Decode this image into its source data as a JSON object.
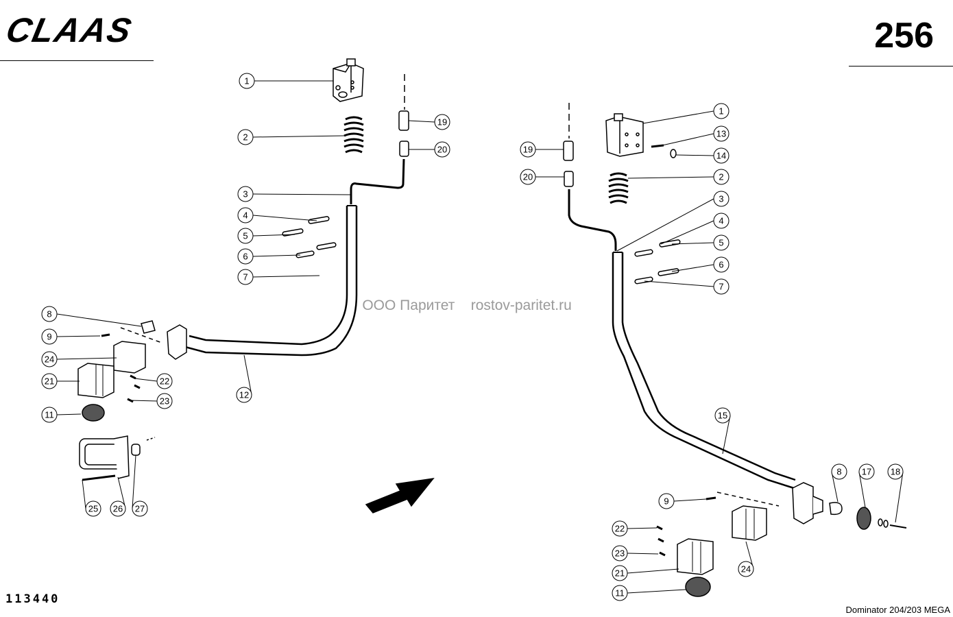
{
  "header": {
    "brand_logo": "CLAAS",
    "page_number": "256"
  },
  "footer": {
    "drawing_number": "113440",
    "model": "Dominator 204/203 MEGA"
  },
  "watermark": {
    "company": "ООО Паритет",
    "site": "rostov-paritet.ru"
  },
  "callouts": {
    "left": [
      "1",
      "2",
      "3",
      "4",
      "5",
      "6",
      "7",
      "8",
      "9",
      "24",
      "21",
      "22",
      "23",
      "11",
      "12",
      "19",
      "20",
      "25",
      "26",
      "27"
    ],
    "right": [
      "1",
      "13",
      "14",
      "19",
      "20",
      "2",
      "3",
      "4",
      "5",
      "6",
      "7",
      "15",
      "8",
      "17",
      "18",
      "9",
      "22",
      "23",
      "21",
      "24",
      "11"
    ]
  }
}
